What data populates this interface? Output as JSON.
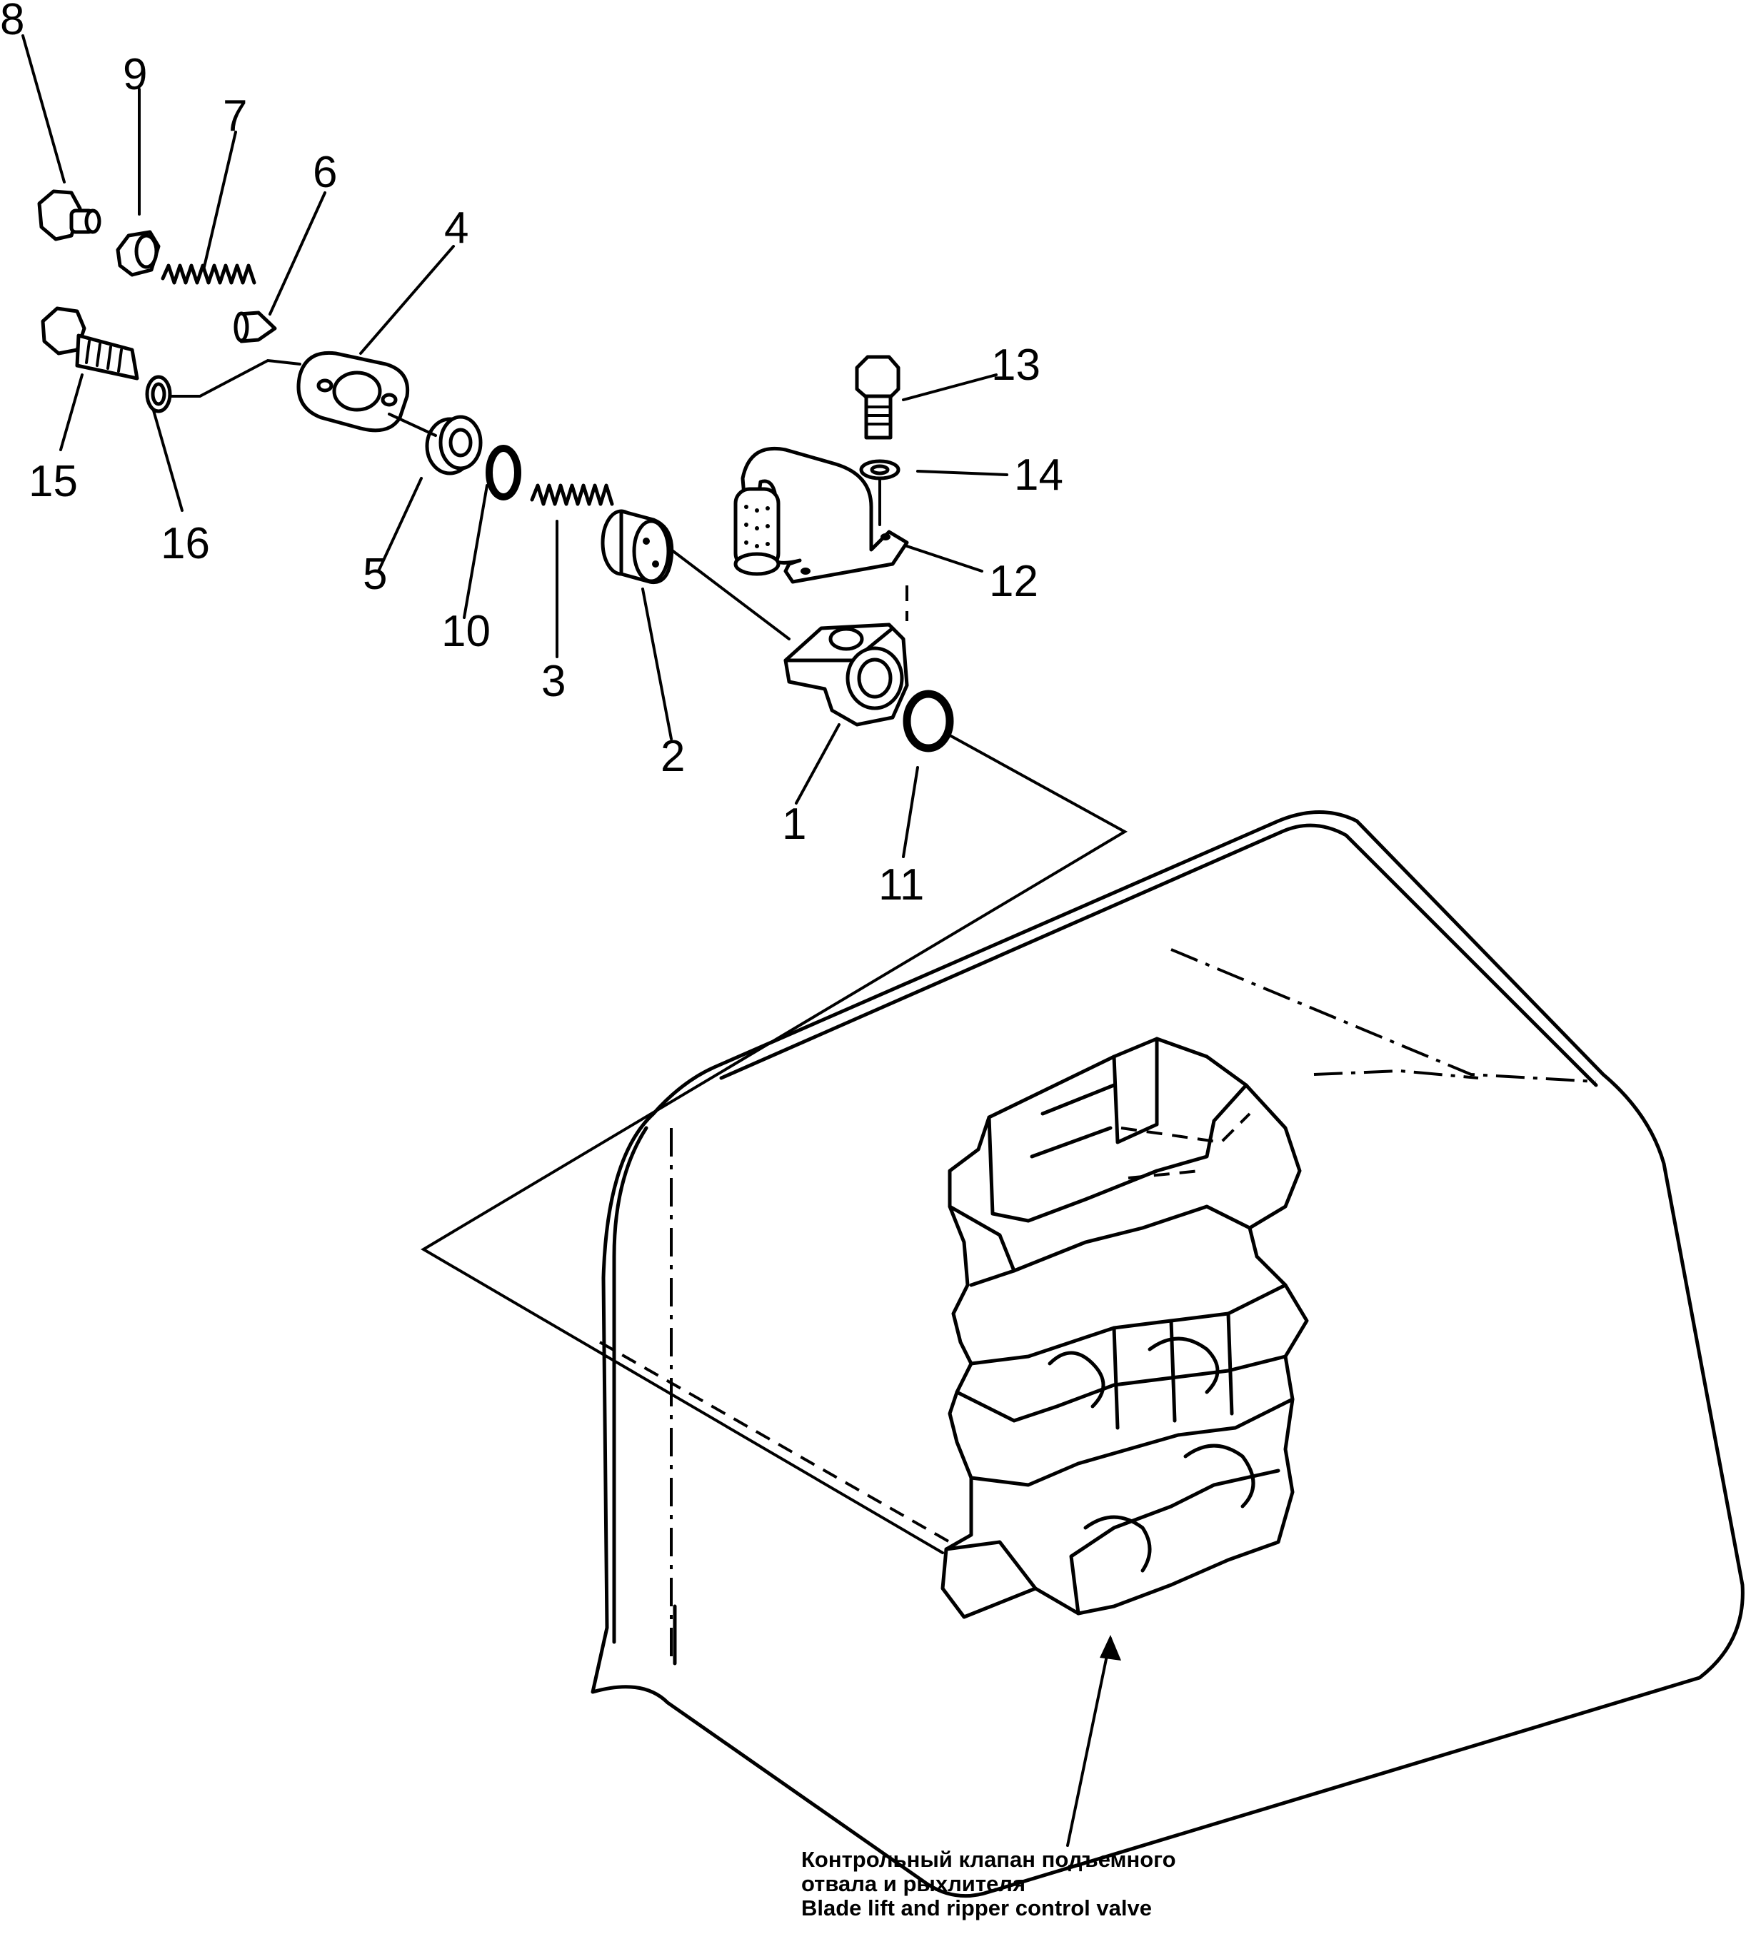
{
  "callouts": [
    {
      "id": "1",
      "label": "1"
    },
    {
      "id": "2",
      "label": "2"
    },
    {
      "id": "3",
      "label": "3"
    },
    {
      "id": "4",
      "label": "4"
    },
    {
      "id": "5",
      "label": "5"
    },
    {
      "id": "6",
      "label": "6"
    },
    {
      "id": "7",
      "label": "7"
    },
    {
      "id": "8",
      "label": "8"
    },
    {
      "id": "9",
      "label": "9"
    },
    {
      "id": "10",
      "label": "10"
    },
    {
      "id": "11",
      "label": "11"
    },
    {
      "id": "12",
      "label": "12"
    },
    {
      "id": "13",
      "label": "13"
    },
    {
      "id": "14",
      "label": "14"
    },
    {
      "id": "15",
      "label": "15"
    },
    {
      "id": "16",
      "label": "16"
    }
  ],
  "caption": {
    "line1": "Контрольный клапан подъемного",
    "line2": "отвала и рыхлителя",
    "line3": "Blade lift and ripper control valve"
  }
}
